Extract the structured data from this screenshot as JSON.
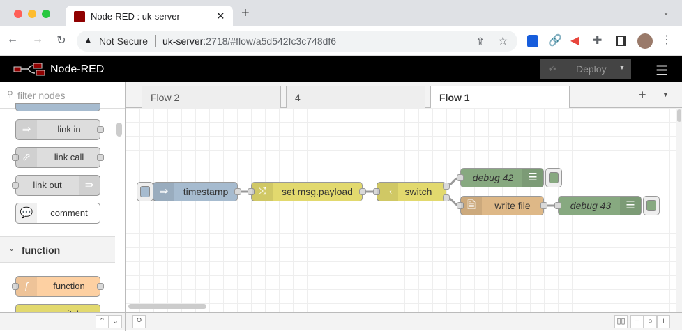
{
  "browser": {
    "tab_title": "Node-RED : uk-server",
    "security": "Not Secure",
    "url_host": "uk-server",
    "url_rest": ":2718/#flow/a5d542fc3c748df6"
  },
  "header": {
    "app_name": "Node-RED",
    "deploy_label": "Deploy"
  },
  "palette": {
    "filter_placeholder": "filter nodes",
    "nodes": [
      {
        "label": "link in",
        "color": "#dddddd"
      },
      {
        "label": "link call",
        "color": "#dddddd"
      },
      {
        "label": "link out",
        "color": "#dddddd"
      },
      {
        "label": "comment",
        "color": "#ffffff"
      }
    ],
    "category": "function",
    "category_nodes": [
      {
        "label": "function",
        "color": "#fdd0a2"
      },
      {
        "label": "switch",
        "color": "#e2d96e"
      }
    ]
  },
  "workspace": {
    "tabs": [
      {
        "label": "Flow 2"
      },
      {
        "label": "4"
      },
      {
        "label": "Flow 1",
        "active": true
      }
    ]
  },
  "flow": {
    "nodes": [
      {
        "id": "timestamp",
        "label": "timestamp",
        "color": "#a6bbcf",
        "icon": "inject-icon"
      },
      {
        "id": "change",
        "label": "set msg.payload",
        "color": "#e2d96e",
        "icon": "shuffle-icon"
      },
      {
        "id": "switch",
        "label": "switch",
        "color": "#e2d96e",
        "icon": "switch-icon"
      },
      {
        "id": "debug42",
        "label": "debug 42",
        "color": "#87a980",
        "icon": "debug-icon"
      },
      {
        "id": "writefile",
        "label": "write file",
        "color": "#deb887",
        "icon": "file-icon"
      },
      {
        "id": "debug43",
        "label": "debug 43",
        "color": "#87a980",
        "icon": "debug-icon"
      }
    ]
  }
}
